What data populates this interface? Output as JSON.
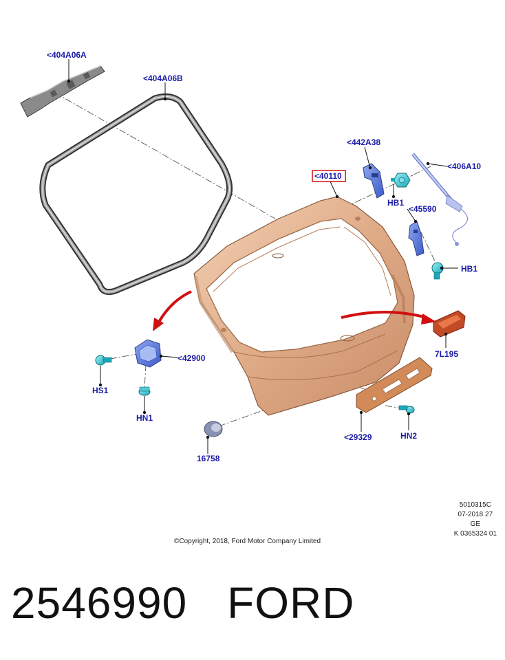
{
  "callouts": {
    "mount_bracket": "<404A06A",
    "weatherstrip": "<404A06B",
    "hinge": "<442A38",
    "gas_strut": "<406A10",
    "liftgate_panel": "<40110",
    "hinge_bolt_top": "HB1",
    "hinge_bracket": "<45590",
    "hinge_bolt_lower": "HB1",
    "latch_assembly": "<42900",
    "latch_screw": "HS1",
    "latch_nut": "HN1",
    "brake_lamp": "7L195",
    "reinforcement_plate": "<29329",
    "plate_nut": "HN2",
    "bumper_stop": "16758"
  },
  "highlight_color": "#d01010",
  "label_color": "#1a1aa8",
  "meta": {
    "code_lines": [
      "5010315C",
      "07-2018 27",
      "GE",
      "K 0365324 01"
    ],
    "copyright": "©Copyright, 2018, Ford Motor Company Limited"
  },
  "footer": {
    "part_number": "2546990",
    "brand": "FORD"
  }
}
